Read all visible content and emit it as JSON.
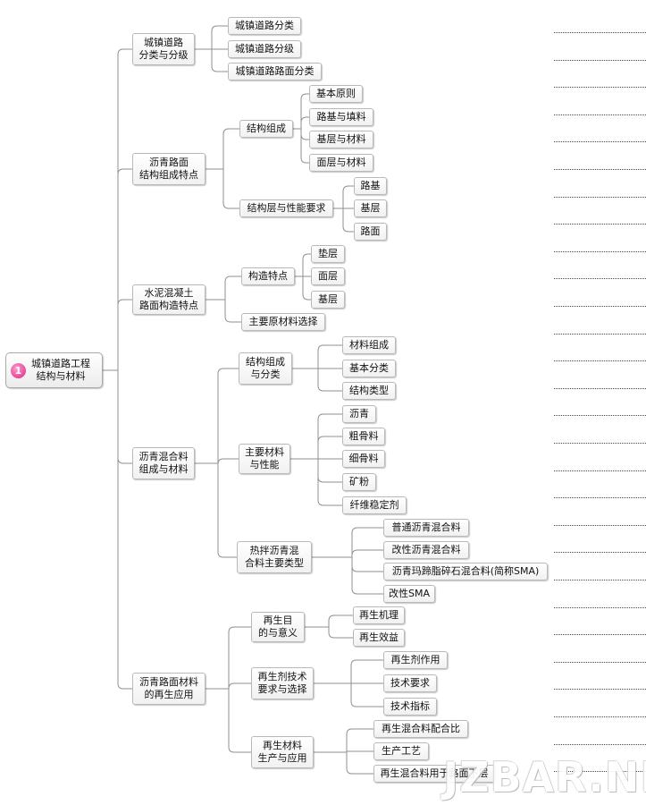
{
  "root": {
    "badge": "1",
    "label": "城镇道路工程\n结构与材料"
  },
  "sections": [
    {
      "label": "城镇道路\n分类与分级",
      "leaves": [
        "城镇道路分类",
        "城镇道路分级",
        "城镇道路路面分类"
      ]
    },
    {
      "label": "沥青路面\n结构组成特点",
      "groups": [
        {
          "label": "结构组成",
          "leaves": [
            "基本原则",
            "路基与填料",
            "基层与材料",
            "面层与材料"
          ]
        },
        {
          "label": "结构层与性能要求",
          "leaves": [
            "路基",
            "基层",
            "路面"
          ]
        }
      ]
    },
    {
      "label": "水泥混凝土\n路面构造特点",
      "groups": [
        {
          "label": "构造特点",
          "leaves": [
            "垫层",
            "面层",
            "基层"
          ]
        },
        {
          "label": "主要原材料选择",
          "leaves": []
        }
      ]
    },
    {
      "label": "沥青混合料\n组成与材料",
      "groups": [
        {
          "label": "结构组成\n与分类",
          "leaves": [
            "材料组成",
            "基本分类",
            "结构类型"
          ]
        },
        {
          "label": "主要材料\n与性能",
          "leaves": [
            "沥青",
            "粗骨料",
            "细骨料",
            "矿粉",
            "纤维稳定剂"
          ]
        },
        {
          "label": "热拌沥青混\n合料主要类型",
          "leaves": [
            "普通沥青混合料",
            "改性沥青混合料",
            "沥青玛蹄脂碎石混合料(简称SMA)",
            "改性SMA"
          ]
        }
      ]
    },
    {
      "label": "沥青路面材料\n的再生应用",
      "groups": [
        {
          "label": "再生目\n的与意义",
          "leaves": [
            "再生机理",
            "再生效益"
          ]
        },
        {
          "label": "再生剂技术\n要求与选择",
          "leaves": [
            "再生剂作用",
            "技术要求",
            "技术指标"
          ]
        },
        {
          "label": "再生材料\n生产与应用",
          "leaves": [
            "再生混合料配合比",
            "生产工艺",
            "再生混合料用于路面下层"
          ]
        }
      ]
    }
  ],
  "watermark": "JZBAR.NET"
}
